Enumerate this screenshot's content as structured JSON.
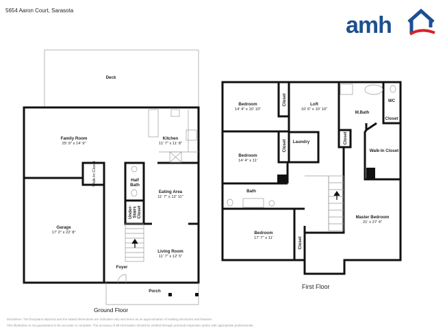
{
  "header": {
    "address": "5654 Aaron Court, Sarasota",
    "logo_text": "amh",
    "brand_colors": {
      "blue": "#1d4f91",
      "red": "#d6232a"
    }
  },
  "ground_floor": {
    "label": "Ground Floor",
    "rooms": {
      "deck": {
        "name": "Deck"
      },
      "family_room": {
        "name": "Family Room",
        "dims": "25' 9\" x 14' 9\""
      },
      "kitchen": {
        "name": "Kitchen",
        "dims": "11' 7\" x 11' 8\""
      },
      "walk_in_closet": {
        "name": "Walk-In Closet"
      },
      "half_bath": {
        "name": "Half",
        "name2": "Bath"
      },
      "eating_area": {
        "name": "Eating Area",
        "dims": "11' 7\" x 12' 11\""
      },
      "garage": {
        "name": "Garage",
        "dims": "17' 2\" x 22' 8\""
      },
      "under_stairs": {
        "l1": "Under-",
        "l2": "Stairs",
        "l3": "Closet"
      },
      "living_room": {
        "name": "Living Room",
        "dims": "11' 7\" x 12' 5\""
      },
      "foyer": {
        "name": "Foyer"
      },
      "porch": {
        "name": "Porch"
      }
    }
  },
  "first_floor": {
    "label": "First Floor",
    "rooms": {
      "bedroom1": {
        "name": "Bedroom",
        "dims": "14' 4\" x 10' 10\""
      },
      "closet1": {
        "name": "Closet"
      },
      "loft": {
        "name": "Loft",
        "dims": "10' 6\" x 10' 10\""
      },
      "mbath": {
        "name": "M.Bath"
      },
      "wc": {
        "name": "WC"
      },
      "wc_closet": {
        "name": "Closet"
      },
      "closet_mid": {
        "name": "Closet"
      },
      "walk_in_closet": {
        "name": "Walk-In Closet"
      },
      "bedroom2": {
        "name": "Bedroom",
        "dims": "14' 4\" x 11'"
      },
      "closet2": {
        "name": "Closet"
      },
      "laundry": {
        "name": "Laundry"
      },
      "bath": {
        "name": "Bath"
      },
      "bedroom3": {
        "name": "Bedroom",
        "dims": "17' 7\" x 11'"
      },
      "closet3": {
        "name": "Closet"
      },
      "master_bedroom": {
        "name": "Master Bedroom",
        "dims": "21' x 27' 4\""
      }
    }
  },
  "disclaimer": {
    "line1": "Disclaimer: The floorplans depicted and the stated dimensions are indicative only and serve as an approximation of existing structures and features.",
    "line2": "This illustration is not guaranteed to be accurate or complete. The accuracy of all information should be verified through personal inspection and/or with appropriate professionals."
  }
}
